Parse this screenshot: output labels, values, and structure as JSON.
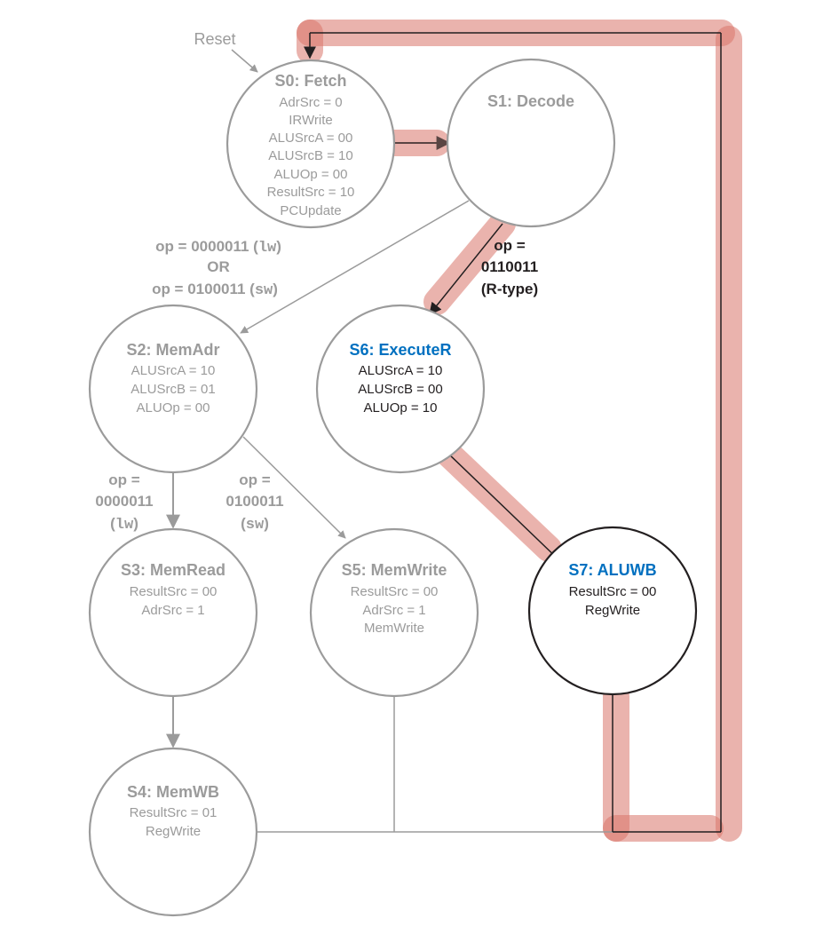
{
  "colors": {
    "gray": "#9b9b9b",
    "dark": "#231f20",
    "blue": "#0070c0",
    "highlight": "#d9756a"
  },
  "reset_label": "Reset",
  "states": {
    "s0": {
      "title": "S0: Fetch",
      "lines": [
        "AdrSrc = 0",
        "IRWrite",
        "ALUSrcA = 00",
        "ALUSrcB = 10",
        "ALUOp = 00",
        "ResultSrc = 10",
        "PCUpdate"
      ],
      "active": false
    },
    "s1": {
      "title": "S1: Decode",
      "lines": [],
      "active": false
    },
    "s2": {
      "title": "S2: MemAdr",
      "lines": [
        "ALUSrcA = 10",
        "ALUSrcB = 01",
        "ALUOp = 00"
      ],
      "active": false
    },
    "s3": {
      "title": "S3: MemRead",
      "lines": [
        "ResultSrc = 00",
        "AdrSrc = 1"
      ],
      "active": false
    },
    "s4": {
      "title": "S4: MemWB",
      "lines": [
        "ResultSrc = 01",
        "RegWrite"
      ],
      "active": false
    },
    "s5": {
      "title": "S5: MemWrite",
      "lines": [
        "ResultSrc = 00",
        "AdrSrc = 1",
        "MemWrite"
      ],
      "active": false
    },
    "s6": {
      "title": "S6: ExecuteR",
      "lines": [
        "ALUSrcA = 10",
        "ALUSrcB = 00",
        "ALUOp = 10"
      ],
      "active": true
    },
    "s7": {
      "title": "S7: ALUWB",
      "lines": [
        "ResultSrc = 00",
        "RegWrite"
      ],
      "active": true
    }
  },
  "conditions": {
    "lw_or_sw": {
      "line1_prefix": "op = 0000011 (",
      "line1_code": "lw",
      "line1_suffix": ")",
      "line2": "OR",
      "line3_prefix": "op = 0100011 (",
      "line3_code": "sw",
      "line3_suffix": ")"
    },
    "rtype": {
      "line1": "op =",
      "line2": "0110011",
      "line3": "(R-type)"
    },
    "lw": {
      "line1": "op =",
      "line2": "0000011",
      "line3_open": "(",
      "line3_code": "lw",
      "line3_close": ")"
    },
    "sw": {
      "line1": "op =",
      "line2": "0100011",
      "line3_open": "(",
      "line3_code": "sw",
      "line3_close": ")"
    }
  }
}
